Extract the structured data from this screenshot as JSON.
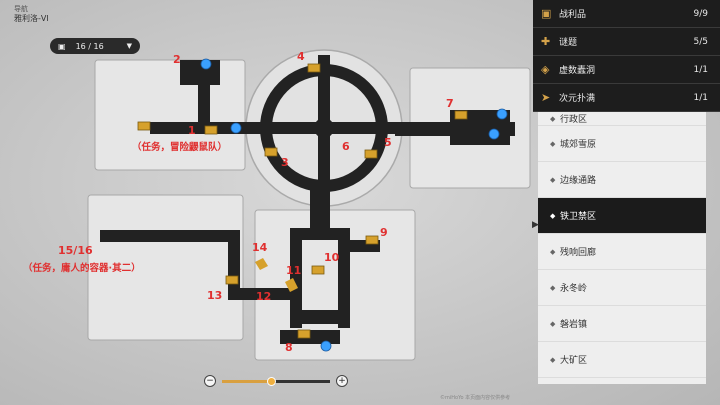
{
  "header": {
    "title": "导航",
    "location": "雅利洛-VI"
  },
  "chest_counter": {
    "value": "16 / 16"
  },
  "labels": [
    {
      "text": "1"
    },
    {
      "text": "（任务，冒险鼹鼠队）"
    },
    {
      "text": "2"
    },
    {
      "text": "3"
    },
    {
      "text": "4"
    },
    {
      "text": "5"
    },
    {
      "text": "6"
    },
    {
      "text": "7"
    },
    {
      "text": "8"
    },
    {
      "text": "9"
    },
    {
      "text": "10"
    },
    {
      "text": "11"
    },
    {
      "text": "12"
    },
    {
      "text": "13"
    },
    {
      "text": "14"
    },
    {
      "text": "15/16"
    },
    {
      "text": "（任务，庸人的容器·其二）"
    }
  ],
  "stats": [
    {
      "label": "战利品",
      "count": "9/9",
      "icon": "chest-icon"
    },
    {
      "label": "谜题",
      "count": "5/5",
      "icon": "puzzle-icon"
    },
    {
      "label": "虚数蠹洞",
      "count": "1/1",
      "icon": "warp-icon"
    },
    {
      "label": "次元扑满",
      "count": "1/1",
      "icon": "origami-bird-icon"
    }
  ],
  "regions": [
    {
      "name": "行政区"
    },
    {
      "name": "城郊雪原"
    },
    {
      "name": "边缘通路"
    },
    {
      "name": "铁卫禁区"
    },
    {
      "name": "残响回廊"
    },
    {
      "name": "永冬岭"
    },
    {
      "name": "磐岩镇"
    },
    {
      "name": "大矿区"
    }
  ],
  "active_region": "铁卫禁区",
  "zoom": {
    "level": 0.45
  },
  "footer": "©miHoYo 本页面内容仅供参考"
}
